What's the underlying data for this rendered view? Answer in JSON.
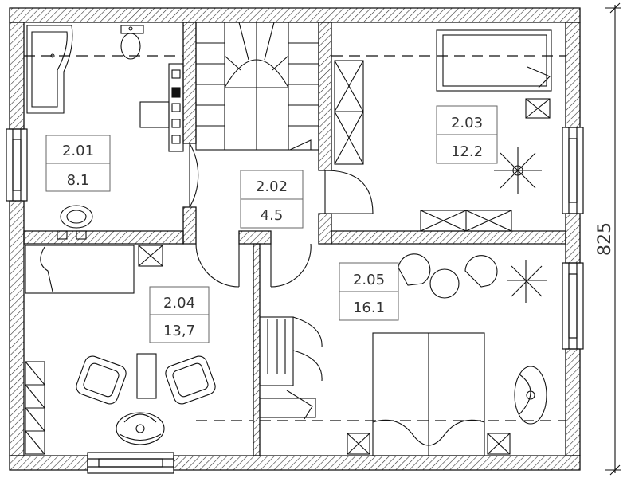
{
  "rooms": [
    {
      "number": "2.01",
      "area": "8.1"
    },
    {
      "number": "2.02",
      "area": "4.5"
    },
    {
      "number": "2.03",
      "area": "12.2"
    },
    {
      "number": "2.04",
      "area": "13,7"
    },
    {
      "number": "2.05",
      "area": "16.1"
    }
  ],
  "dimension": {
    "value": "825"
  },
  "colors": {
    "line": "#111111",
    "hatch": "#333333",
    "text": "#333333"
  }
}
